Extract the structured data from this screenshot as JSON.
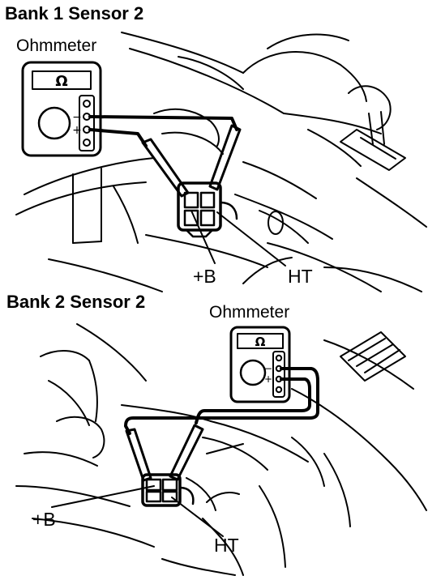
{
  "panels": [
    {
      "title": "Bank 1 Sensor 2",
      "meter_label": "Ohmmeter",
      "pin_plus": "+B",
      "pin_ht": "HT"
    },
    {
      "title": "Bank 2 Sensor 2",
      "meter_label": "Ohmmeter",
      "pin_plus": "+B",
      "pin_ht": "HT"
    }
  ],
  "meter": {
    "symbol": "Ω",
    "terminal_minus": "−",
    "terminal_plus": "+"
  },
  "colors": {
    "ink": "#000000",
    "paper": "#ffffff"
  }
}
